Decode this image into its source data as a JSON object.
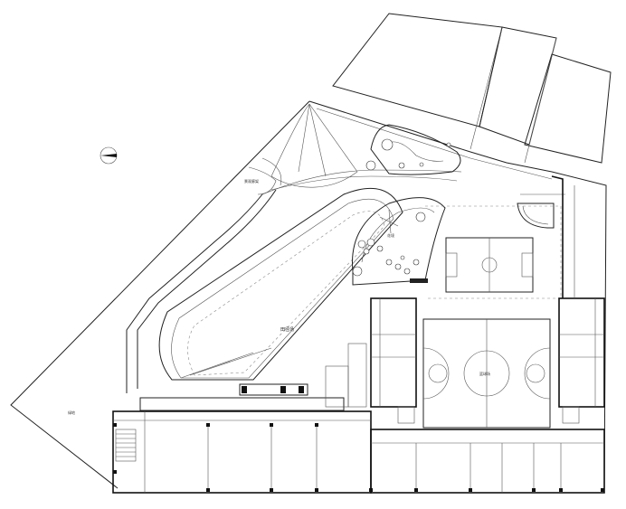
{
  "drawing": {
    "north_symbol": "north-arrow-icon",
    "colors": {
      "line": "#222222",
      "background": "#ffffff"
    }
  },
  "labels": {
    "running_track": "田径场",
    "basketball_court": "篮球场",
    "corner_lot": "绿地",
    "north_arrow_letter": "",
    "plaza_label": "",
    "stage_label": ""
  }
}
